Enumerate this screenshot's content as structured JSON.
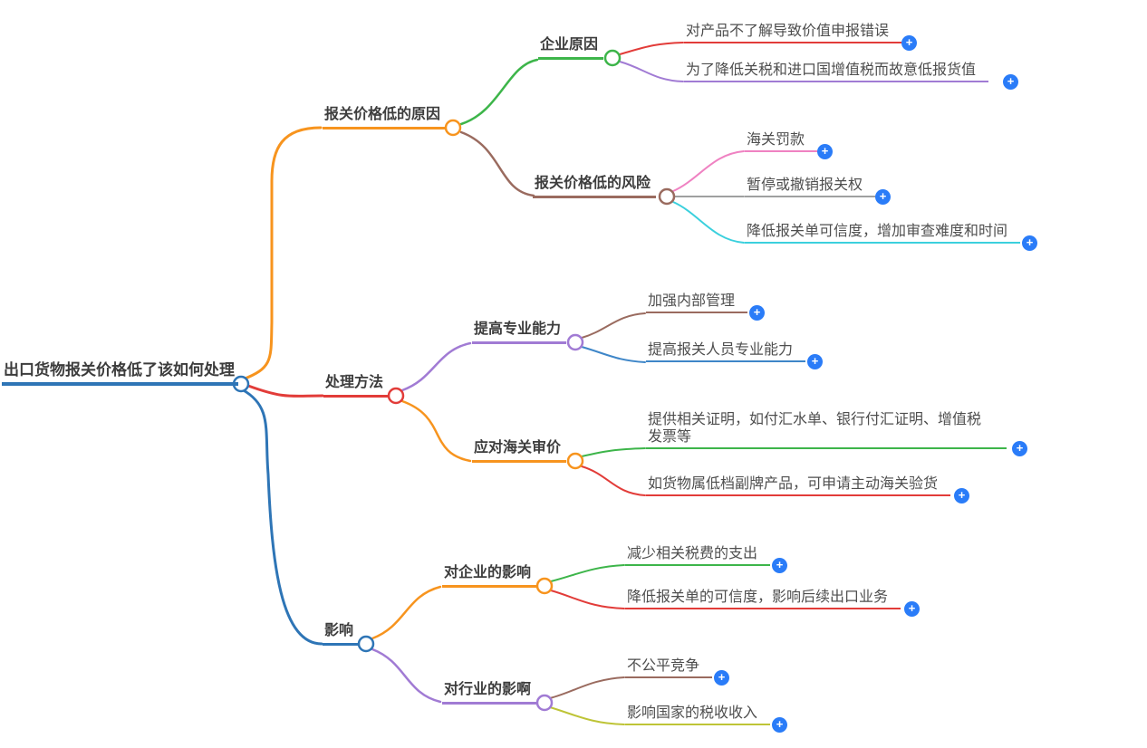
{
  "plus_glyph": "+",
  "colors": {
    "root_blue": "#2e75b6",
    "orange": "#f7941e",
    "red": "#e23c39",
    "green": "#3db54a",
    "brown": "#9a6b5f",
    "pink": "#ef82c2",
    "gray": "#9fa0a0",
    "cyan": "#3bd0dd",
    "purple": "#a17bd4",
    "leaf_blue": "#3e86c8",
    "olive": "#bec437",
    "plus_blue": "#2a7cf8",
    "node_text": "#3d3d3d",
    "leaf_text": "#4e4e4e"
  },
  "mindmap": {
    "root": {
      "label": "出口货物报关价格低了该如何处理"
    },
    "branches": [
      {
        "label": "报关价格低的原因",
        "children": [
          {
            "label": "企业原因",
            "leaves": [
              "对产品不了解导致价值申报错误",
              "为了降低关税和进口国增值税而故意低报货值"
            ]
          },
          {
            "label": "报关价格低的风险",
            "leaves": [
              "海关罚款",
              "暂停或撤销报关权",
              "降低报关单可信度，增加审查难度和时间"
            ]
          }
        ]
      },
      {
        "label": "处理方法",
        "children": [
          {
            "label": "提高专业能力",
            "leaves": [
              "加强内部管理",
              "提高报关人员专业能力"
            ]
          },
          {
            "label": "应对海关审价",
            "leaves": [
              "提供相关证明，如付汇水单、银行付汇证明、增值税发票等",
              "如货物属低档副牌产品，可申请主动海关验货"
            ]
          }
        ]
      },
      {
        "label": "影响",
        "children": [
          {
            "label": "对企业的影响",
            "leaves": [
              "减少相关税费的支出",
              "降低报关单的可信度，影响后续出口业务"
            ]
          },
          {
            "label": "对行业的影啊",
            "leaves": [
              "不公平竞争",
              "影响国家的税收收入"
            ]
          }
        ]
      }
    ]
  }
}
